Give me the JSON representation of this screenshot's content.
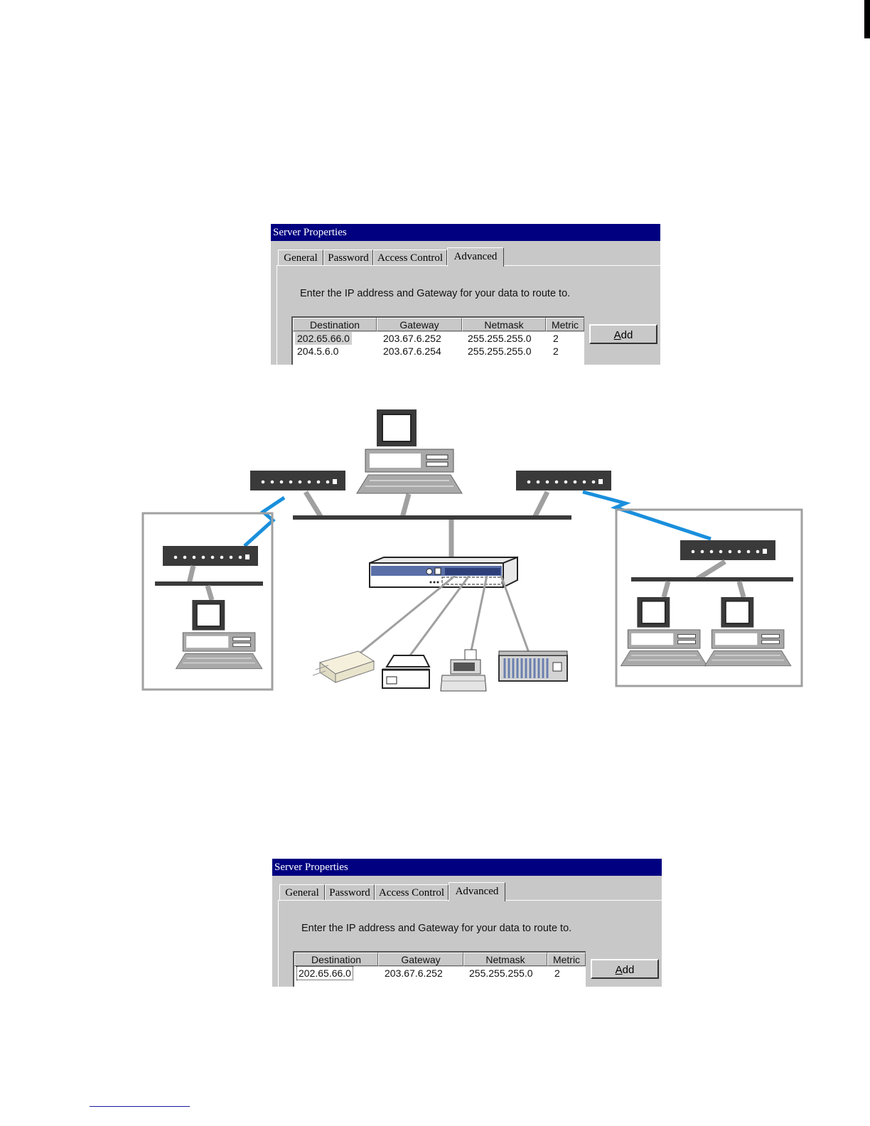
{
  "dialog_top": {
    "title": "Server Properties",
    "tabs": [
      {
        "label": "General"
      },
      {
        "label": "Password"
      },
      {
        "label": "Access Control"
      },
      {
        "label": "Advanced"
      }
    ],
    "active_tab": "Advanced",
    "instruction": "Enter the IP address and Gateway for your data to route to.",
    "columns": [
      "Destination",
      "Gateway",
      "Netmask",
      "Metric"
    ],
    "rows": [
      {
        "destination": "202.65.66.0",
        "gateway": "203.67.6.252",
        "netmask": "255.255.255.0",
        "metric": "2"
      },
      {
        "destination": "204.5.6.0",
        "gateway": "203.67.6.254",
        "netmask": "255.255.255.0",
        "metric": "2"
      }
    ],
    "add_button": {
      "accel": "A",
      "rest": "dd"
    }
  },
  "dialog_bottom": {
    "title": "Server Properties",
    "tabs": [
      {
        "label": "General"
      },
      {
        "label": "Password"
      },
      {
        "label": "Access Control"
      },
      {
        "label": "Advanced"
      }
    ],
    "active_tab": "Advanced",
    "instruction": "Enter the IP address and Gateway for your data to route to.",
    "columns": [
      "Destination",
      "Gateway",
      "Netmask",
      "Metric"
    ],
    "rows": [
      {
        "destination": "202.65.66.0",
        "gateway": "203.67.6.252",
        "netmask": "255.255.255.0",
        "metric": "2"
      }
    ],
    "add_button": {
      "accel": "A",
      "rest": "dd"
    }
  },
  "colors": {
    "titlebar": "#000080",
    "dialog_bg": "#c8c8c8",
    "wan_link": "#1a8fdc",
    "lan_line": "#a0a0a0",
    "device_dark": "#3a3a3a",
    "server_blue": "#5a6fa8"
  },
  "diagram": {
    "icons": [
      "router-icon",
      "computer-icon",
      "device-server-icon",
      "laser-printer-icon",
      "dot-matrix-printer-icon",
      "cash-register-icon",
      "modem-rack-icon"
    ]
  }
}
